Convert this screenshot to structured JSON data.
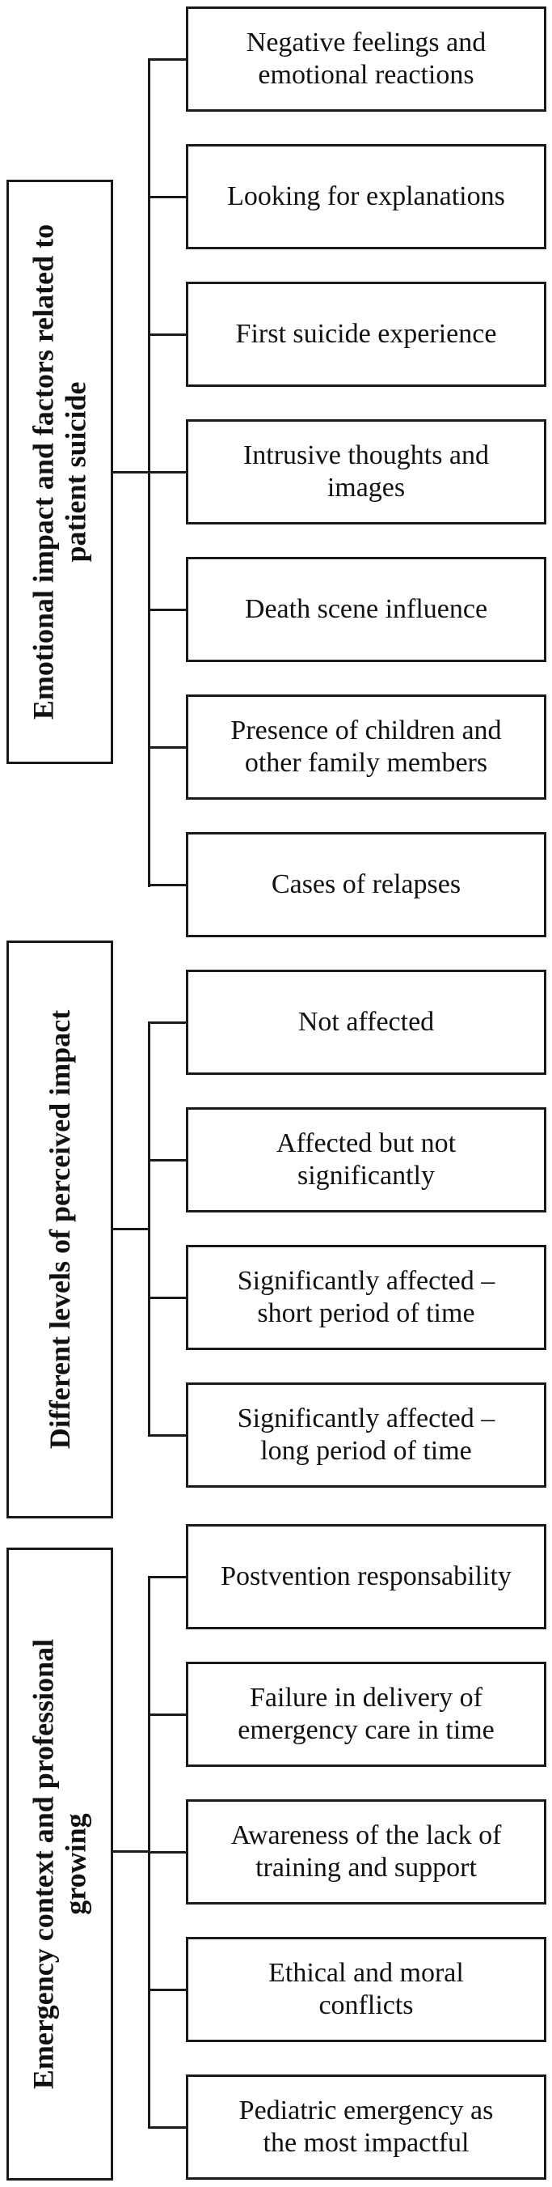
{
  "groups": [
    {
      "theme": "Emotional impact and factors related to\npatient suicide",
      "items": [
        "Negative feelings and\nemotional reactions",
        "Looking for explanations",
        "First suicide experience",
        "Intrusive thoughts and\nimages",
        "Death scene influence",
        "Presence of children and\nother family members",
        "Cases of relapses"
      ]
    },
    {
      "theme": "Different levels of perceived impact",
      "items": [
        "Not affected",
        "Affected but not\nsignificantly",
        "Significantly affected –\nshort period of time",
        "Significantly affected –\nlong period of time"
      ]
    },
    {
      "theme": "Emergency context and professional\ngrowing",
      "items": [
        "Postvention responsability",
        "Failure in delivery of\nemergency care in time",
        "Awareness of the lack of\ntraining and support",
        "Ethical and moral\nconflicts",
        "Pediatric emergency as\nthe most impactful"
      ]
    }
  ]
}
